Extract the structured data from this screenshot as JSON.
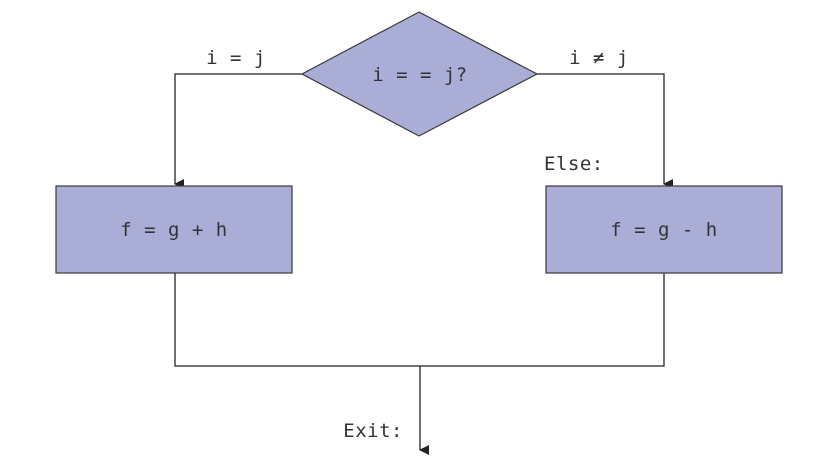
{
  "colors": {
    "shape_fill": "#aaaed6",
    "line": "#222222",
    "text": "#333333",
    "background": "#ffffff"
  },
  "decision": {
    "condition": "i = = j?",
    "yes_label": "i = j",
    "no_label": "i ≠ j"
  },
  "then_block": {
    "statement": "f = g + h"
  },
  "else_block": {
    "label": "Else:",
    "statement": "f = g - h"
  },
  "exit": {
    "label": "Exit:"
  }
}
